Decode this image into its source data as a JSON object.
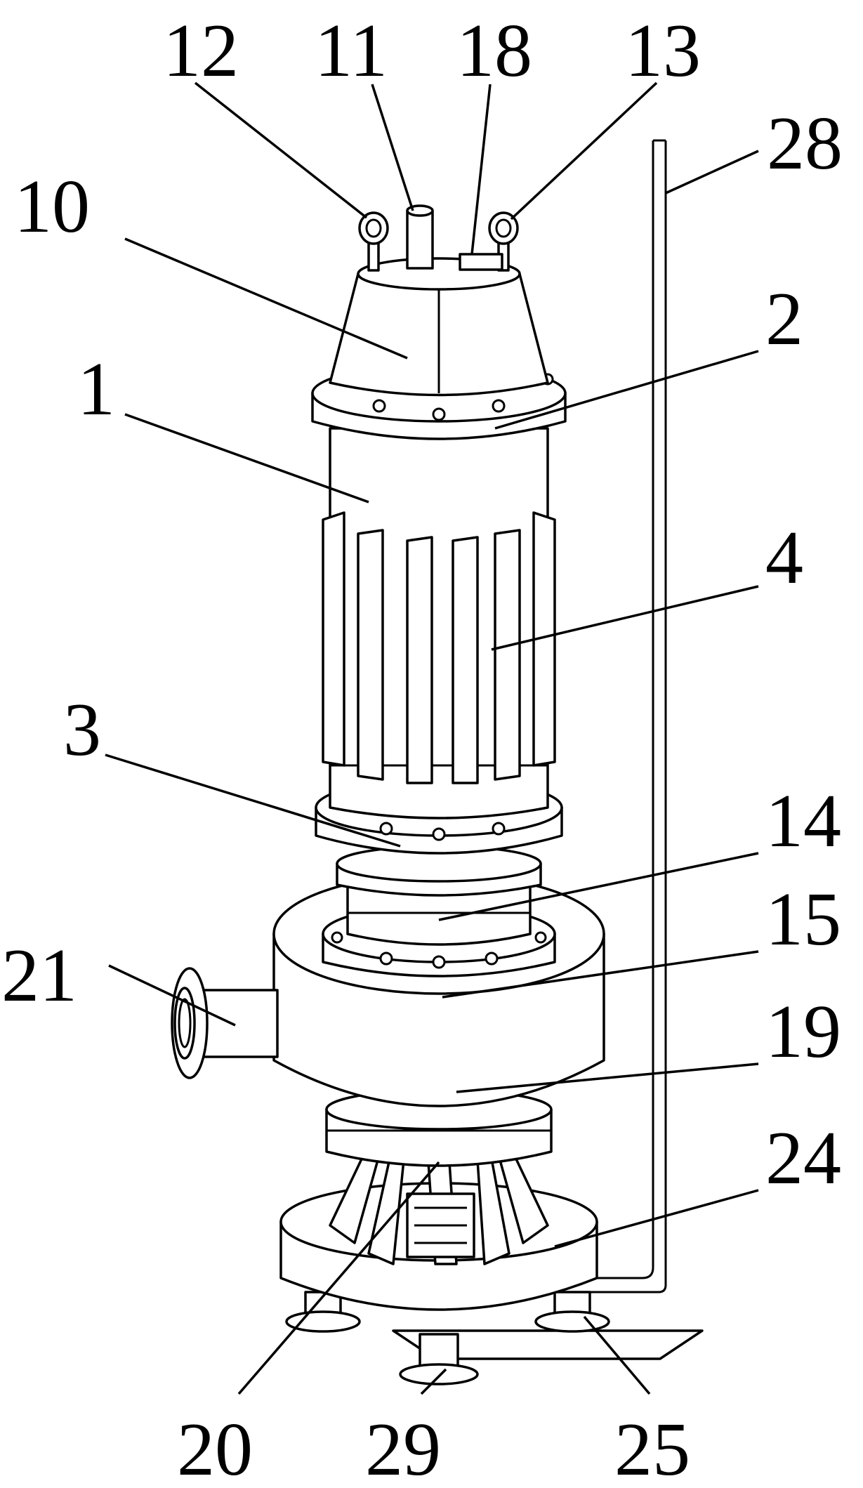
{
  "figure": {
    "labels": [
      {
        "id": "12",
        "text": "12"
      },
      {
        "id": "11",
        "text": "11"
      },
      {
        "id": "18",
        "text": "18"
      },
      {
        "id": "13",
        "text": "13"
      },
      {
        "id": "28",
        "text": "28"
      },
      {
        "id": "10",
        "text": "10"
      },
      {
        "id": "2",
        "text": "2"
      },
      {
        "id": "1",
        "text": "1"
      },
      {
        "id": "4",
        "text": "4"
      },
      {
        "id": "3",
        "text": "3"
      },
      {
        "id": "14",
        "text": "14"
      },
      {
        "id": "15",
        "text": "15"
      },
      {
        "id": "21",
        "text": "21"
      },
      {
        "id": "19",
        "text": "19"
      },
      {
        "id": "24",
        "text": "24"
      },
      {
        "id": "20",
        "text": "20"
      },
      {
        "id": "29",
        "text": "29"
      },
      {
        "id": "25",
        "text": "25"
      }
    ]
  }
}
